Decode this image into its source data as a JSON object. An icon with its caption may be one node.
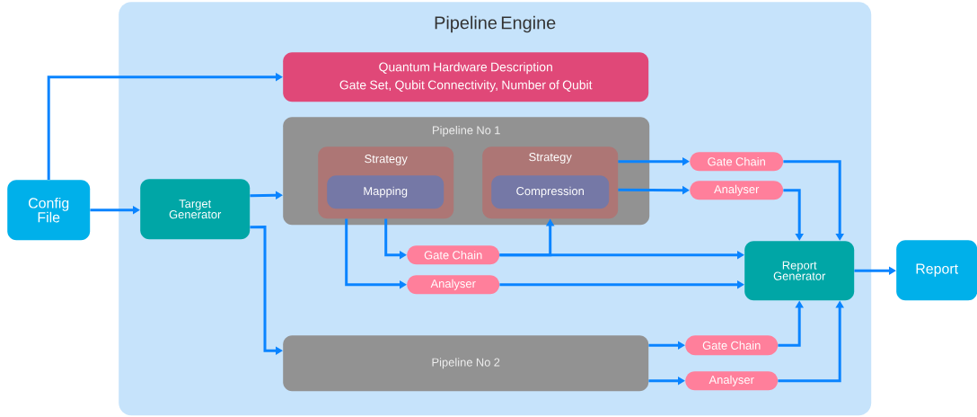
{
  "diagram": {
    "nodes": [
      {
        "text": [
          "Pipeline Engine"
        ]
      },
      {
        "text": [
          "Config File"
        ]
      },
      {
        "text": [
          "Quantum Hardware Description",
          "Gate Set, Qubit Connectivity, Number of Qubit"
        ],
        "in": 0
      },
      {
        "text": [
          "Target Generator"
        ],
        "in": 0
      },
      {
        "text": [
          "Pipeline No 1"
        ],
        "in": 0
      },
      {
        "text": [
          "Strategy"
        ],
        "in": 4
      },
      {
        "text": [
          "Mapping"
        ],
        "in": 5
      },
      {
        "text": [
          "Strategy"
        ],
        "in": 4
      },
      {
        "text": [
          "Compression"
        ],
        "in": 7
      },
      {
        "text": [
          "Gate Chain"
        ],
        "in": 0
      },
      {
        "text": [
          "Analyser"
        ],
        "in": 0
      },
      {
        "text": [
          "Gate Chain"
        ],
        "in": 0
      },
      {
        "text": [
          "Analyser"
        ],
        "in": 0
      },
      {
        "text": [
          "Report Generator"
        ],
        "in": 0
      },
      {
        "text": [
          "Report"
        ]
      },
      {
        "text": [
          "Pipeline No 2"
        ],
        "in": 0
      },
      {
        "text": [
          "Gate Chain"
        ],
        "in": 0
      },
      {
        "text": [
          "Analyser"
        ],
        "in": 0
      }
    ],
    "edges": [
      {
        "from": 1,
        "to": 2,
        "arrow": "to"
      },
      {
        "from": 1,
        "to": 3,
        "arrow": "to"
      },
      {
        "from": 3,
        "to": 4,
        "arrow": "to"
      },
      {
        "from": 3,
        "to": 15,
        "arrow": "to"
      },
      {
        "from": 7,
        "to": 9,
        "arrow": "to"
      },
      {
        "from": 7,
        "to": 10,
        "arrow": "to"
      },
      {
        "from": 5,
        "to": 11,
        "arrow": "to"
      },
      {
        "from": 5,
        "to": 12,
        "arrow": "to"
      },
      {
        "from": 11,
        "to": 13,
        "arrow": "to"
      },
      {
        "from": 11,
        "to": 7,
        "arrow": "to"
      },
      {
        "from": 12,
        "to": 13,
        "arrow": "to"
      },
      {
        "from": 9,
        "to": 13,
        "arrow": "to"
      },
      {
        "from": 10,
        "to": 13,
        "arrow": "to"
      },
      {
        "from": 15,
        "to": 16,
        "arrow": "to"
      },
      {
        "from": 15,
        "to": 17,
        "arrow": "to"
      },
      {
        "from": 16,
        "to": 13,
        "arrow": "to"
      },
      {
        "from": 17,
        "to": 13,
        "arrow": "to"
      },
      {
        "from": 13,
        "to": 14,
        "arrow": "to"
      }
    ]
  }
}
